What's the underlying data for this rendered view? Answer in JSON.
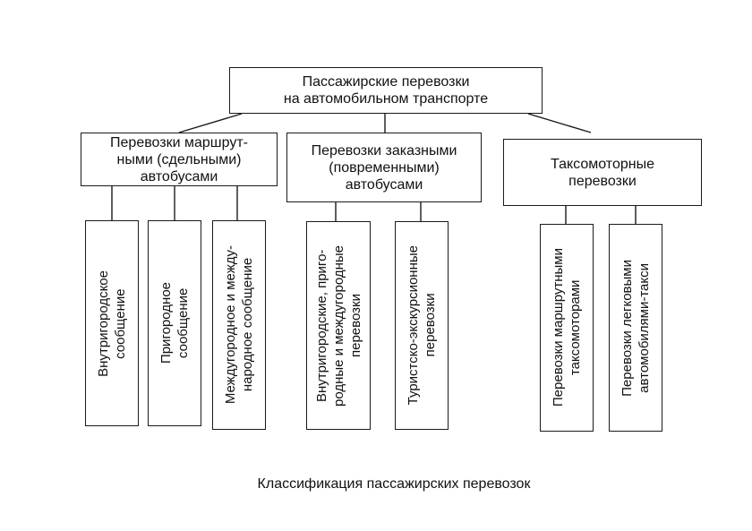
{
  "root": "Пассажирские перевозки\nна автомобильном транспорте",
  "groups": [
    {
      "title": "Перевозки маршрут-\nными (сдельными)\nавтобусами",
      "items": [
        "Внутригородское\nсообщение",
        "Пригородное\nсообщение",
        "Междугородное и между-\nнародное сообщение"
      ]
    },
    {
      "title": "Перевозки заказными\n(повременными)\nавтобусами",
      "items": [
        "Внутригородские, приго-\nродные и междугородные\nперевозки",
        "Туристско-экскурсионные\nперевозки"
      ]
    },
    {
      "title": "Таксомоторные\nперевозки",
      "items": [
        "Перевозки маршрутными\nтаксомоторами",
        "Перевозки легковыми\nавтомобилями-такси"
      ]
    }
  ],
  "caption": "Классификация пассажирских перевозок"
}
